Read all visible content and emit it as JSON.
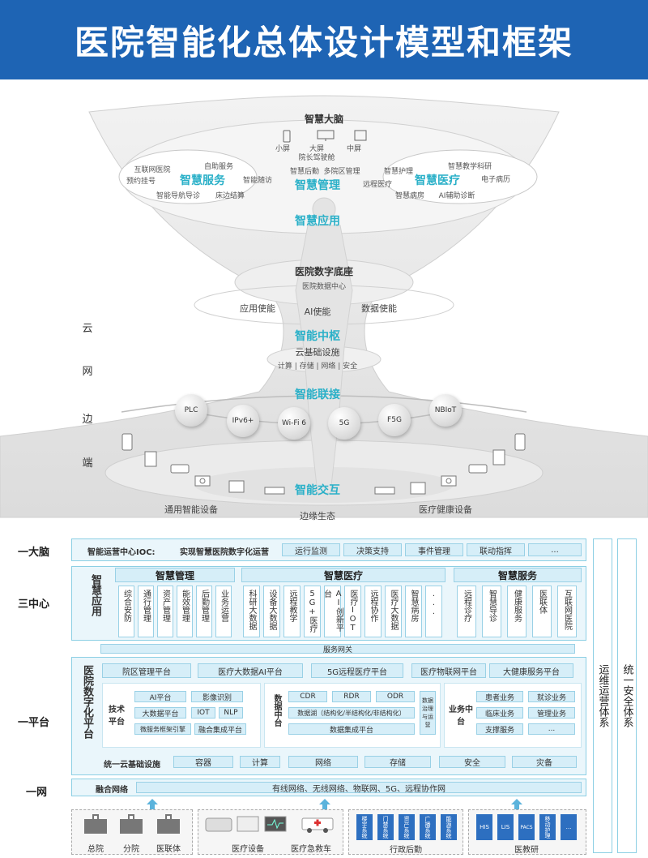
{
  "title": "医院智能化总体设计模型和框架",
  "illustration": {
    "brain": "智慧大脑",
    "devices": [
      "小屏",
      "大屏",
      "中屏"
    ],
    "device_sub": "院长驾驶舱",
    "services": {
      "title": "智慧服务",
      "items": [
        "互联网医院",
        "自助服务",
        "预约挂号",
        "智能随访",
        "智能导航导诊",
        "床边结算"
      ]
    },
    "management": {
      "title": "智慧管理",
      "items": [
        "智慧后勤",
        "多院区管理"
      ]
    },
    "medical": {
      "title": "智慧医疗",
      "items": [
        "智慧教学科研",
        "智慧护理",
        "远程医疗",
        "电子病历",
        "智慧病房",
        "AI辅助诊断"
      ]
    },
    "application": "智慧应用",
    "base": {
      "title": "医院数字底座",
      "sub": "医院数据中心"
    },
    "enable": [
      "应用使能",
      "AI使能",
      "数据使能"
    ],
    "hub": {
      "title": "智能中枢",
      "sub": "云基础设施",
      "items": "计算 | 存储 | 网络 | 安全"
    },
    "connect": {
      "title": "智能联接",
      "nodes": [
        "PLC",
        "IPv6+",
        "Wi-Fi 6",
        "5G",
        "F5G",
        "NBIoT"
      ]
    },
    "interact": "智能交互",
    "edge": [
      "通用智能设备",
      "边缘生态",
      "医疗健康设备"
    ],
    "side_labels": [
      "云",
      "网",
      "边",
      "端"
    ]
  },
  "framework": {
    "row_labels": [
      "一大脑",
      "三中心",
      "一平台",
      "一网"
    ],
    "ioc": {
      "label": "智能运营中心IOC:",
      "desc": "实现智慧医院数字化运营",
      "items": [
        "运行监测",
        "决策支持",
        "事件管理",
        "联动指挥",
        "..."
      ]
    },
    "smart_app": "智慧应用",
    "mgmt": {
      "title": "智慧管理",
      "items": [
        "综合安防",
        "通行管理",
        "资产管理",
        "能效管理",
        "后勤管理",
        "业务运营"
      ]
    },
    "med": {
      "title": "智慧医疗",
      "items": [
        "科研大数据",
        "设备大数据",
        "远程教学",
        "5G+医疗",
        "AI创新平台",
        "医疗IOT",
        "远程协作",
        "医疗大数据",
        "智慧病房",
        "..."
      ]
    },
    "svc": {
      "title": "智慧服务",
      "items": [
        "远程诊疗",
        "智慧导诊",
        "健康服务",
        "医联体",
        "互联网医院"
      ]
    },
    "gateway": "服务网关",
    "platform_label": "医院数字化平台",
    "platforms": [
      "院区管理平台",
      "医疗大数据AI平台",
      "5G远程医疗平台",
      "医疗物联网平台",
      "大健康服务平台"
    ],
    "tech": {
      "label": "技术平台",
      "items": [
        "AI平台",
        "影像识别",
        "大数据平台",
        "IOT",
        "NLP",
        "微服务框架引擎",
        "融合集成平台"
      ]
    },
    "data": {
      "label": "数据中台",
      "items": [
        "CDR",
        "RDR",
        "ODR"
      ],
      "row": "数据湖（结构化/半结构化/非结构化）",
      "integ": "数据集成平台",
      "gov": "数据治理与运营"
    },
    "biz": {
      "label": "业务中台",
      "items": [
        "患者业务",
        "就诊业务",
        "临床业务",
        "管理业务",
        "支撑服务",
        "..."
      ]
    },
    "infra": {
      "label": "统一云基础设施",
      "items": [
        "容器",
        "计算",
        "网络",
        "存储",
        "安全",
        "灾备"
      ]
    },
    "net": {
      "label": "融合网络",
      "desc": "有线网络、无线网络、物联网、5G、远程协作网"
    },
    "side": [
      "运维运营体系",
      "统一安全体系"
    ],
    "bottom": {
      "hospitals": [
        "总院",
        "分院",
        "医联体"
      ],
      "equip": [
        "医疗设备",
        "医疗急救车"
      ],
      "admin": {
        "label": "行政后勤",
        "blocks": [
          "楼宇系统",
          "门禁系统",
          "资产系统",
          "广播系统",
          "能源系统"
        ]
      },
      "research": {
        "label": "医教研",
        "blocks": [
          "HIS",
          "LIS",
          "PACS",
          "移动护理",
          "..."
        ]
      }
    }
  }
}
